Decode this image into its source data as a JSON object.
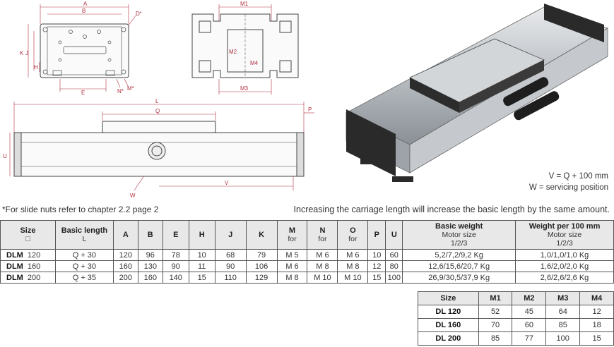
{
  "drawing_labels": {
    "front": [
      "A",
      "B",
      "D*",
      "K",
      "J",
      "H",
      "E",
      "N*",
      "M*"
    ],
    "section": [
      "M1",
      "M2",
      "M4",
      "M3"
    ],
    "side": [
      "L",
      "Q",
      "P",
      "U",
      "V",
      "W"
    ]
  },
  "formulas": {
    "v": "V = Q + 100 mm",
    "w": "W = servicing position"
  },
  "notes": {
    "slide_nuts": "*For slide nuts refer to chapter 2.2 page 2",
    "increase": "Increasing the carriage length will increase the basic length by the same amount."
  },
  "main_table": {
    "headers": [
      {
        "main": "Size",
        "sub": "□"
      },
      {
        "main": "Basic length",
        "sub": "L"
      },
      {
        "main": "A"
      },
      {
        "main": "B"
      },
      {
        "main": "E"
      },
      {
        "main": "H"
      },
      {
        "main": "J"
      },
      {
        "main": "K"
      },
      {
        "main": "M",
        "sub": "for"
      },
      {
        "main": "N",
        "sub": "for"
      },
      {
        "main": "O",
        "sub": "for"
      },
      {
        "main": "P"
      },
      {
        "main": "U"
      },
      {
        "main": "Basic weight",
        "sub": "Motor size",
        "sub2": "1/2/3"
      },
      {
        "main": "Weight per 100 mm",
        "sub": "Motor size",
        "sub2": "1/2/3"
      }
    ],
    "rows": [
      {
        "model": "DLM",
        "size": "120",
        "cells": [
          "Q + 30",
          "120",
          "96",
          "78",
          "10",
          "68",
          "79",
          "M 5",
          "M 6",
          "M 6",
          "10",
          "60",
          "5,2/7,2/9,2 Kg",
          "1,0/1,0/1,0 Kg"
        ]
      },
      {
        "model": "DLM",
        "size": "160",
        "cells": [
          "Q + 30",
          "160",
          "130",
          "90",
          "11",
          "90",
          "106",
          "M 6",
          "M 8",
          "M 8",
          "12",
          "80",
          "12,6/15,6/20,7 Kg",
          "1,6/2,0/2,0 Kg"
        ]
      },
      {
        "model": "DLM",
        "size": "200",
        "cells": [
          "Q + 35",
          "200",
          "160",
          "140",
          "15",
          "110",
          "129",
          "M 8",
          "M 10",
          "M 10",
          "15",
          "100",
          "26,9/30,5/37,9 Kg",
          "2,6/2,6/2,6 Kg"
        ]
      }
    ]
  },
  "m_table": {
    "headers": [
      "Size",
      "M1",
      "M2",
      "M3",
      "M4"
    ],
    "rows": [
      [
        "DL 120",
        "52",
        "45",
        "64",
        "12"
      ],
      [
        "DL 160",
        "70",
        "60",
        "85",
        "18"
      ],
      [
        "DL 200",
        "85",
        "77",
        "100",
        "15"
      ]
    ]
  }
}
